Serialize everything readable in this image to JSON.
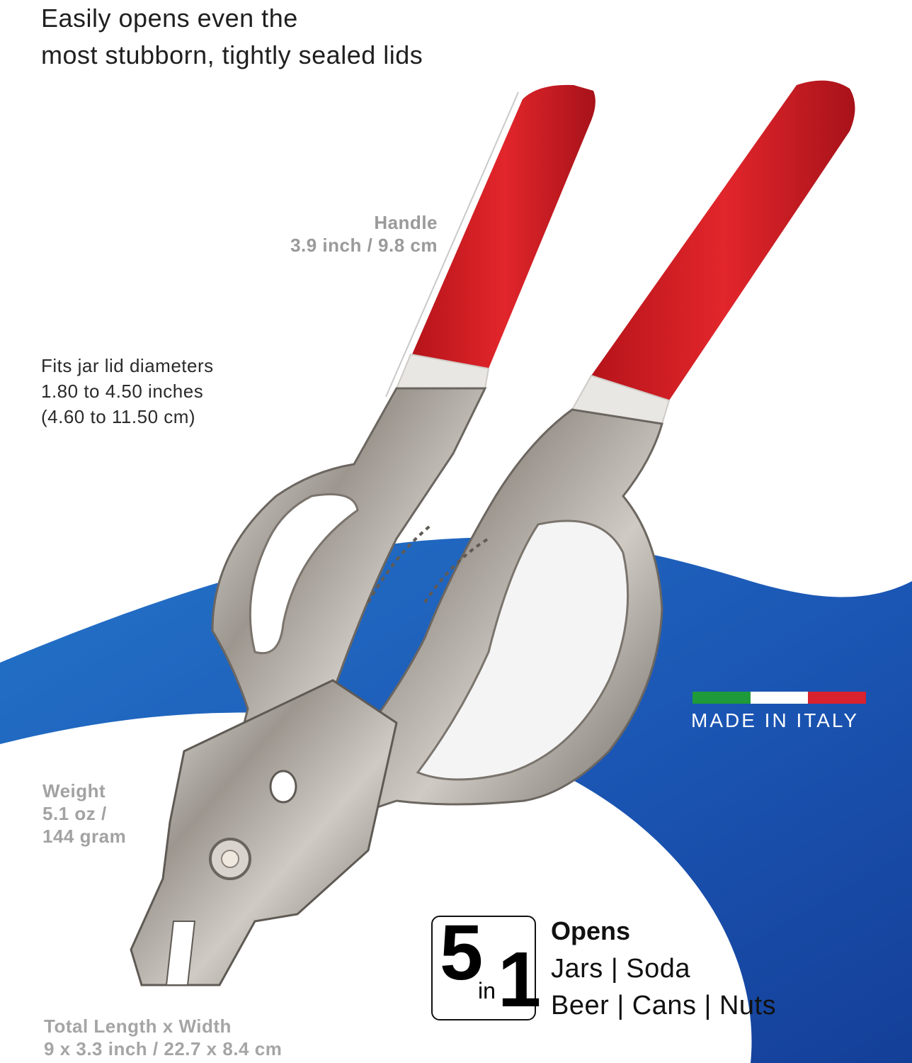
{
  "headline": {
    "line1": "Easily opens even the",
    "line2": "most stubborn, tightly sealed lids"
  },
  "handle": {
    "label": "Handle",
    "value": "3.9 inch / 9.8 cm"
  },
  "fits": {
    "line1": "Fits jar lid diameters",
    "line2": "1.80 to 4.50 inches",
    "line3": "(4.60 to 11.50 cm)"
  },
  "weight": {
    "label": "Weight",
    "line1": "5.1 oz /",
    "line2": "144 gram"
  },
  "total": {
    "label": "Total Length x Width",
    "value": "9 x 3.3 inch / 22.7 x 8.4 cm"
  },
  "origin": {
    "text": "MADE IN ITALY",
    "flag_colors": [
      "#1e9a3a",
      "#ffffff",
      "#d8222e"
    ]
  },
  "badge": {
    "num1": "5",
    "in": "in",
    "num2": "1"
  },
  "uses": {
    "title": "Opens",
    "line1": "Jars | Soda",
    "line2": "Beer | Cans | Nuts"
  },
  "colors": {
    "wave_blue": "#1b4fb0",
    "handle_red": "#d11f24",
    "steel": "#a9a49e"
  }
}
